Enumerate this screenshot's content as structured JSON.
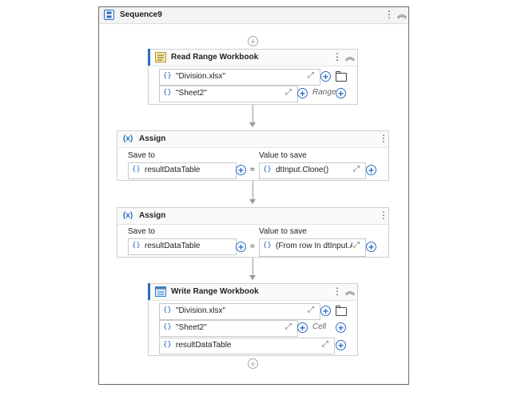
{
  "sequence": {
    "title": "Sequence9"
  },
  "read_range": {
    "title": "Read Range Workbook",
    "workbook_path": "\"Division.xlsx\"",
    "sheet_name": "\"Sheet2\"",
    "range_placeholder": "Range"
  },
  "assign1": {
    "title": "Assign",
    "save_to_label": "Save to",
    "value_label": "Value to save",
    "save_to": "resultDataTable",
    "value": "dtInput.Clone()",
    "equals": "="
  },
  "assign2": {
    "title": "Assign",
    "save_to_label": "Save to",
    "value_label": "Value to save",
    "save_to": "resultDataTable",
    "value": "(From row In dtInput.A",
    "equals": "="
  },
  "write_range": {
    "title": "Write Range Workbook",
    "workbook_path": "\"Division.xlsx\"",
    "sheet_name": "\"Sheet2\"",
    "cell_placeholder": "Cell",
    "datatable": "resultDataTable"
  },
  "icons": {
    "brace": "{}",
    "more": "⋮",
    "collapse": "︽",
    "expand": "⤢",
    "plus": "+"
  }
}
